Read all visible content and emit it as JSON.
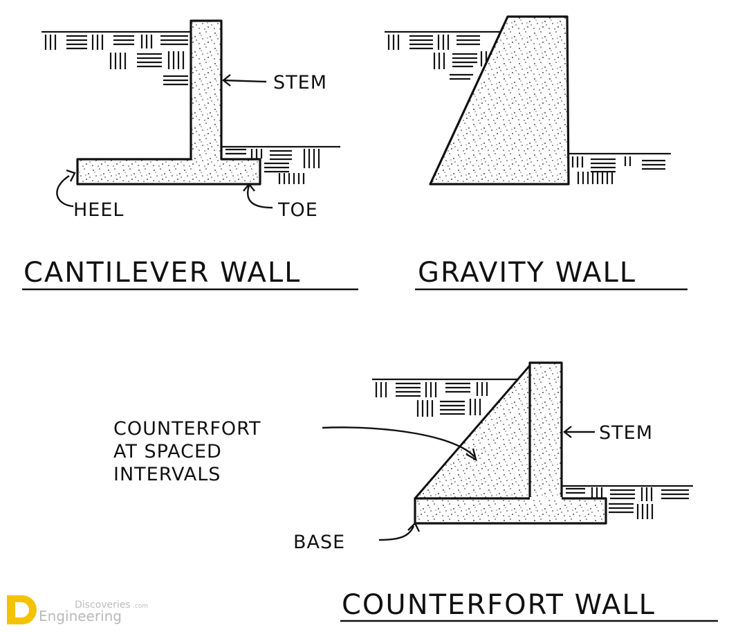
{
  "cantilever": {
    "title": "CANTILEVER WALL",
    "stem_label": "STEM",
    "heel_label": "HEEL",
    "toe_label": "TOE"
  },
  "gravity": {
    "title": "GRAVITY WALL"
  },
  "counterfort": {
    "title": "COUNTERFORT WALL",
    "stem_label": "STEM",
    "base_label": "BASE",
    "counterfort_label_line1": "COUNTERFORT",
    "counterfort_label_line2": "AT SPACED",
    "counterfort_label_line3": "INTERVALS"
  },
  "watermark": {
    "line1": "Discoveries",
    "line1_suffix": ".com",
    "line2": "Engineering",
    "logo_letter": "D"
  },
  "colors": {
    "ink": "#111111",
    "concrete_fill": "#ffffff",
    "logo_yellow": "#f3c300",
    "watermark_gray": "#b9b9b9"
  }
}
